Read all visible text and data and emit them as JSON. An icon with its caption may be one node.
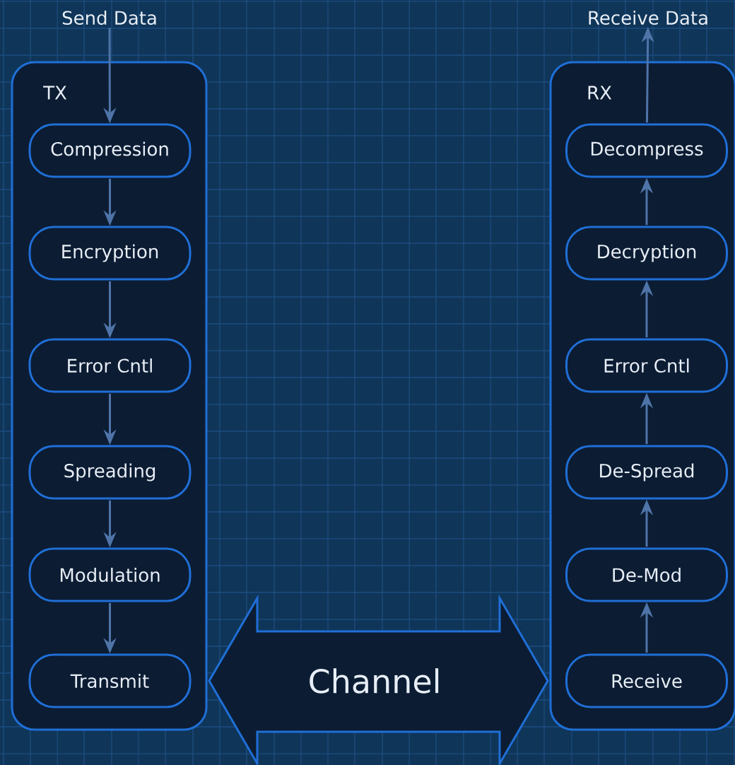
{
  "diagram": {
    "nodes": [
      {
        "text": [
          "Send Data"
        ]
      },
      {
        "text": [
          "TX"
        ]
      },
      {
        "text": [
          "Compression"
        ],
        "in": 1
      },
      {
        "text": [
          "Encryption"
        ],
        "in": 1
      },
      {
        "text": [
          "Error Cntl"
        ],
        "in": 1
      },
      {
        "text": [
          "Spreading"
        ],
        "in": 1
      },
      {
        "text": [
          "Modulation"
        ],
        "in": 1
      },
      {
        "text": [
          "Transmit"
        ],
        "in": 1
      },
      {
        "text": [
          "Channel"
        ]
      },
      {
        "text": [
          "Receive Data"
        ]
      },
      {
        "text": [
          "RX"
        ]
      },
      {
        "text": [
          "Decompress"
        ],
        "in": 10
      },
      {
        "text": [
          "Decryption"
        ],
        "in": 10
      },
      {
        "text": [
          "Error Cntl"
        ],
        "in": 10
      },
      {
        "text": [
          "De-Spread"
        ],
        "in": 10
      },
      {
        "text": [
          "De-Mod"
        ],
        "in": 10
      },
      {
        "text": [
          "Receive"
        ],
        "in": 10
      }
    ],
    "edges": [
      {
        "from": 0,
        "to": 2,
        "arrow": "to"
      },
      {
        "from": 2,
        "to": 3,
        "arrow": "to"
      },
      {
        "from": 3,
        "to": 4,
        "arrow": "to"
      },
      {
        "from": 4,
        "to": 5,
        "arrow": "to"
      },
      {
        "from": 5,
        "to": 6,
        "arrow": "to"
      },
      {
        "from": 6,
        "to": 7,
        "arrow": "to"
      },
      {
        "from": 16,
        "to": 15,
        "arrow": "to"
      },
      {
        "from": 15,
        "to": 14,
        "arrow": "to"
      },
      {
        "from": 14,
        "to": 13,
        "arrow": "to"
      },
      {
        "from": 13,
        "to": 12,
        "arrow": "to"
      },
      {
        "from": 12,
        "to": 11,
        "arrow": "to"
      },
      {
        "from": 11,
        "to": 9,
        "arrow": "to"
      }
    ]
  }
}
